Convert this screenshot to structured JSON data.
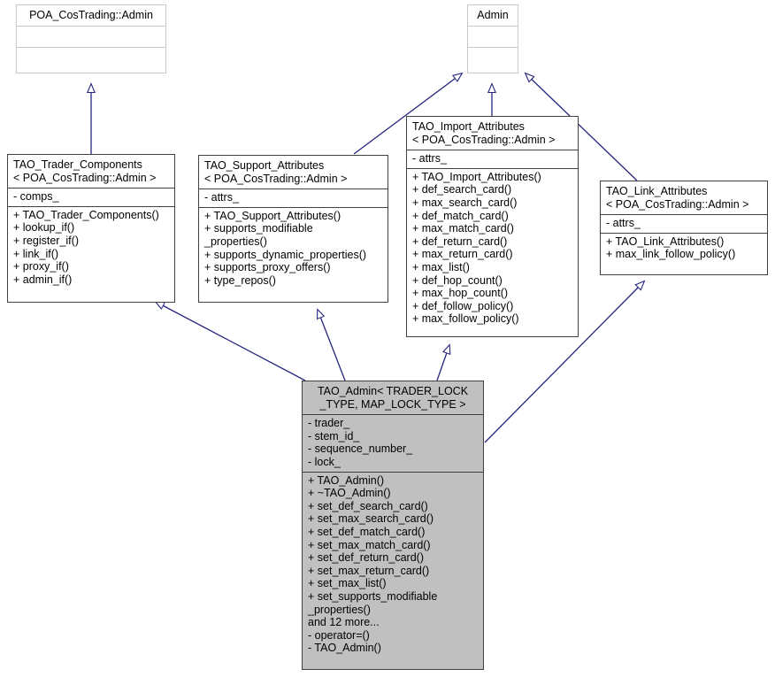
{
  "diagram": {
    "kind": "uml-class-inheritance-graph",
    "title": "TAO_Admin inheritance diagram",
    "edge_color": "#26267f",
    "highlight_fill": "#c0c0c0",
    "border_color": "#404040",
    "faded_border_color": "#c8c8c8",
    "background": "#ffffff"
  },
  "nodes": {
    "poa_costrading_admin": {
      "title": "POA_CosTrading::Admin",
      "attributes": "",
      "operations": ""
    },
    "admin": {
      "title": "Admin",
      "attributes": "",
      "operations": ""
    },
    "tao_trader_components": {
      "title": "TAO_Trader_Components\n< POA_CosTrading::Admin >",
      "attributes": "- comps_",
      "operations": "+ TAO_Trader_Components()\n+ lookup_if()\n+ register_if()\n+ link_if()\n+ proxy_if()\n+ admin_if()"
    },
    "tao_support_attributes": {
      "title": "TAO_Support_Attributes\n< POA_CosTrading::Admin >",
      "attributes": "- attrs_",
      "operations": "+ TAO_Support_Attributes()\n+ supports_modifiable\n_properties()\n+ supports_dynamic_properties()\n+ supports_proxy_offers()\n+ type_repos()"
    },
    "tao_import_attributes": {
      "title": "TAO_Import_Attributes\n< POA_CosTrading::Admin >",
      "attributes": "- attrs_",
      "operations": "+ TAO_Import_Attributes()\n+ def_search_card()\n+ max_search_card()\n+ def_match_card()\n+ max_match_card()\n+ def_return_card()\n+ max_return_card()\n+ max_list()\n+ def_hop_count()\n+ max_hop_count()\n+ def_follow_policy()\n+ max_follow_policy()"
    },
    "tao_link_attributes": {
      "title": "TAO_Link_Attributes\n< POA_CosTrading::Admin >",
      "attributes": "- attrs_",
      "operations": "+ TAO_Link_Attributes()\n+ max_link_follow_policy()"
    },
    "tao_admin": {
      "title": "TAO_Admin< TRADER_LOCK\n_TYPE, MAP_LOCK_TYPE >",
      "attributes": "- trader_\n- stem_id_\n- sequence_number_\n- lock_",
      "operations": "+ TAO_Admin()\n+ ~TAO_Admin()\n+ set_def_search_card()\n+ set_max_search_card()\n+ set_def_match_card()\n+ set_max_match_card()\n+ set_def_return_card()\n+ set_max_return_card()\n+ set_max_list()\n+ set_supports_modifiable\n_properties()\nand 12 more...\n- operator=()\n- TAO_Admin()"
    }
  },
  "edges": [
    {
      "from": "tao_trader_components",
      "to": "poa_costrading_admin",
      "kind": "inheritance"
    },
    {
      "from": "tao_support_attributes",
      "to": "admin",
      "kind": "inheritance"
    },
    {
      "from": "tao_import_attributes",
      "to": "admin",
      "kind": "inheritance"
    },
    {
      "from": "tao_link_attributes",
      "to": "admin",
      "kind": "inheritance"
    },
    {
      "from": "tao_admin",
      "to": "tao_trader_components",
      "kind": "inheritance"
    },
    {
      "from": "tao_admin",
      "to": "tao_support_attributes",
      "kind": "inheritance"
    },
    {
      "from": "tao_admin",
      "to": "tao_import_attributes",
      "kind": "inheritance"
    },
    {
      "from": "tao_admin",
      "to": "tao_link_attributes",
      "kind": "inheritance"
    }
  ]
}
